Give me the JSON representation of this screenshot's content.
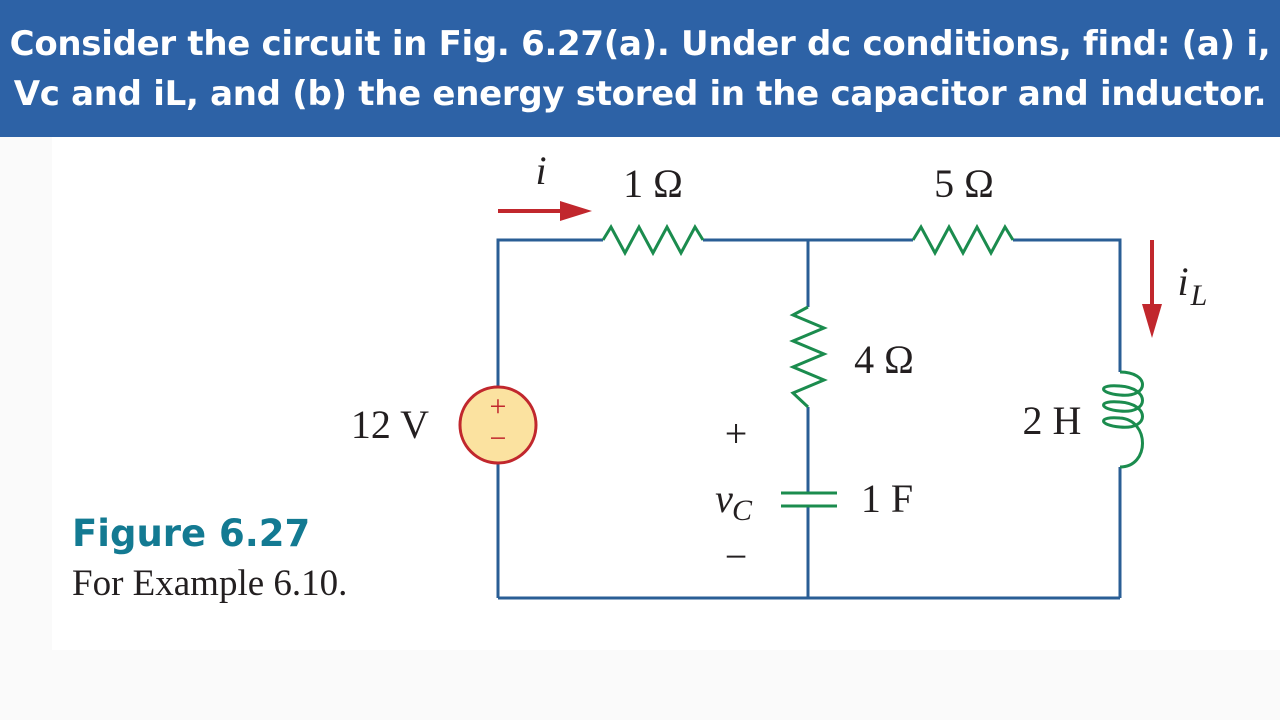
{
  "header": {
    "line1": "Consider the circuit in Fig. 6.27(a). Under dc conditions, find: (a) i,",
    "line2": "Vc and iL, and (b) the energy stored in the capacitor and inductor."
  },
  "colors": {
    "banner": "#2d62a6",
    "wire": "#2a5e95",
    "component": "#1b8c4e",
    "arrow": "#c1272d",
    "source_fill": "#fbe2a0",
    "figure_title": "#137a92"
  },
  "circuit": {
    "current_i_label": "i",
    "r1_label": "1 Ω",
    "r2_label": "5 Ω",
    "r3_label": "4 Ω",
    "source_label": "12 V",
    "source_plus": "+",
    "source_minus": "−",
    "inductor_label": "2 H",
    "capacitor_label": "1 F",
    "vc_plus": "+",
    "vc_label": "v",
    "vc_sub": "C",
    "vc_minus": "−",
    "il_label": "i",
    "il_sub": "L"
  },
  "figure": {
    "title": "Figure 6.27",
    "caption": "For Example 6.10."
  }
}
